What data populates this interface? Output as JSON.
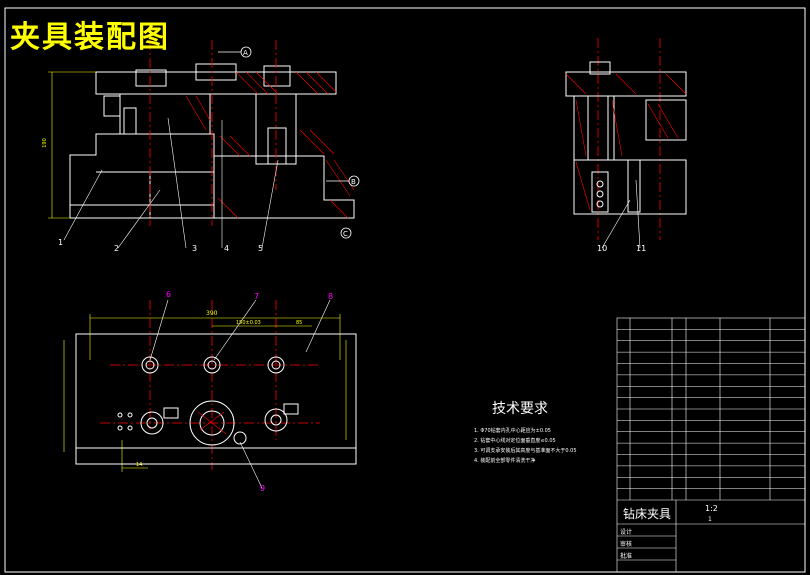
{
  "drawing": {
    "title": "夹具装配图",
    "colors": {
      "background": "#000000",
      "outline": "#ffffff",
      "centerline": "#ff0000",
      "dimension": "#ffff00",
      "hatch": "#ff0000",
      "leader": "#ffffff",
      "callout": "#ff00ff"
    }
  },
  "callouts": {
    "front_view": [
      "1",
      "2",
      "3",
      "4",
      "5"
    ],
    "side_view": [
      "10",
      "11"
    ],
    "plan_view": [
      "6",
      "7",
      "8",
      "9"
    ]
  },
  "datum_labels": [
    "A",
    "B",
    "C"
  ],
  "plan_dims": {
    "overall": "390",
    "d1": "150±0.03",
    "d2": "85",
    "left_small": "14",
    "height_label": "190"
  },
  "tech_requirements": {
    "title": "技术要求",
    "items": [
      "1. Φ70钻套内孔中心距应为±0.05",
      "2. 钻套中心线对定位面垂直度≤0.05",
      "3. 可调支承安装后其高度与基准面不大于0.05",
      "4. 装配前全部零件清洗干净"
    ]
  },
  "title_block": {
    "drawing_name": "钻床夹具",
    "scale": "1:2",
    "sheet": "1",
    "labels": [
      "设计",
      "审核",
      "批准"
    ],
    "parts_rows": 15
  }
}
